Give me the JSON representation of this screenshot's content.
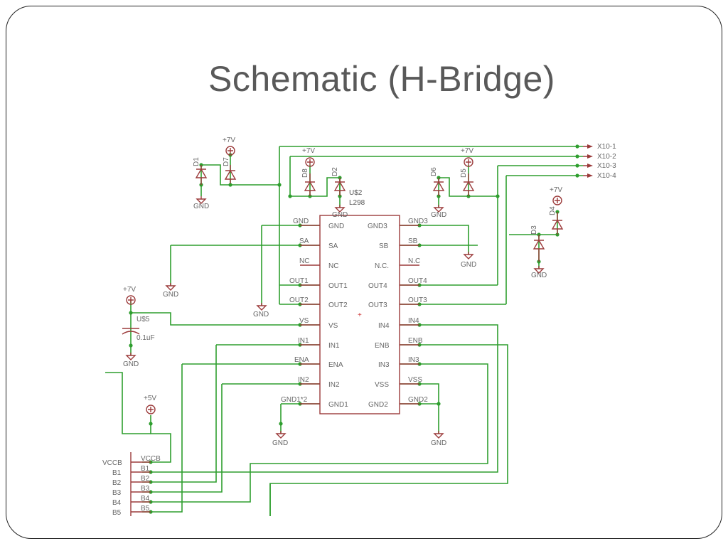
{
  "slide": {
    "title": "Schematic (H-Bridge)"
  },
  "ic": {
    "name": "U$2",
    "part": "L298",
    "plus_mark": "+",
    "left_pins": [
      "GND",
      "SA",
      "NC",
      "OUT1",
      "OUT2",
      "VS",
      "IN1",
      "ENA",
      "IN2",
      "GND1"
    ],
    "right_pins": [
      "GND3",
      "SB",
      "N.C.",
      "OUT4",
      "OUT3",
      "IN4",
      "ENB",
      "IN3",
      "VSS",
      "GND2"
    ],
    "left_nets": [
      "GND",
      "SA",
      "NC",
      "OUT1",
      "OUT2",
      "VS",
      "IN1",
      "ENA",
      "IN2",
      "GND1*2"
    ],
    "right_nets": [
      "GND3",
      "SB",
      "N.C",
      "OUT4",
      "OUT3",
      "IN4",
      "ENB",
      "IN3",
      "VSS",
      "GND2"
    ]
  },
  "connector": {
    "pins": [
      "X10-1",
      "X10-2",
      "X10-3",
      "X10-4"
    ]
  },
  "capacitor": {
    "name": "U$5",
    "value": "0.1uF"
  },
  "diodes": [
    "D1",
    "D7",
    "D8",
    "D2",
    "D6",
    "D5",
    "D3",
    "D4"
  ],
  "power": {
    "p7v": "+7V",
    "p5v": "+5V",
    "gnd": "GND"
  },
  "header": {
    "left_labels": [
      "VCCB",
      "B1",
      "B2",
      "B3",
      "B4",
      "B5"
    ],
    "pin_labels": [
      "VCCB",
      "B1",
      "B2",
      "B3",
      "B4",
      "B5"
    ]
  }
}
